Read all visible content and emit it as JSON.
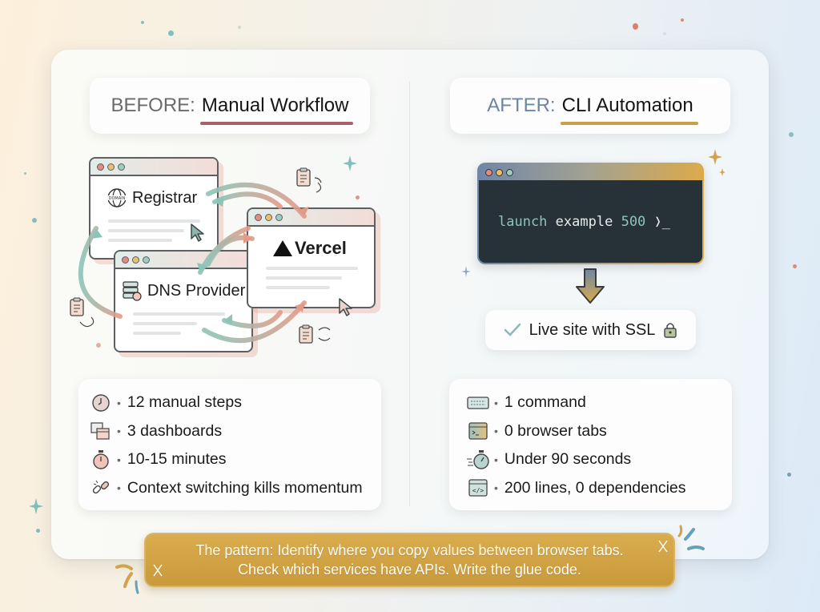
{
  "before": {
    "prefix": "BEFORE:",
    "title": "Manual Workflow",
    "windows": {
      "registrar": {
        "label": "Registrar",
        "icon": "domain-globe-icon"
      },
      "dns": {
        "label": "DNS Provider",
        "icon": "server-stack-icon"
      },
      "vercel": {
        "label": "Vercel",
        "icon": "vercel-triangle-icon"
      }
    },
    "stats": [
      {
        "icon": "clock-icon",
        "text": "12 manual steps"
      },
      {
        "icon": "dashboards-icon",
        "text": "3 dashboards"
      },
      {
        "icon": "stopwatch-icon",
        "text": "10-15 minutes"
      },
      {
        "icon": "broken-link-icon",
        "text": "Context switching kills momentum"
      }
    ]
  },
  "after": {
    "prefix": "AFTER:",
    "title": "CLI Automation",
    "terminal": {
      "command": "launch",
      "arg": "example",
      "number": "500",
      "prompt": "❭_"
    },
    "result": "Live site with SSL",
    "stats": [
      {
        "icon": "keyboard-icon",
        "text": "1 command"
      },
      {
        "icon": "terminal-window-icon",
        "text": "0 browser tabs"
      },
      {
        "icon": "fast-stopwatch-icon",
        "text": "Under 90 seconds"
      },
      {
        "icon": "code-file-icon",
        "text": "200 lines, 0 dependencies"
      }
    ]
  },
  "bullet": "•",
  "banner": {
    "line1": "The pattern: Identify where you copy values between browser tabs.",
    "line2": "Check which services have APIs. Write the glue code."
  },
  "colors": {
    "before_prefix": "#6b6b6b",
    "after_prefix": "#6a86a6",
    "before_underline": "#a8606a",
    "after_underline": "#c9a043",
    "teal_arrow": "#8cc4b8",
    "salmon_arrow": "#e39a88",
    "terminal_bg": "#263138",
    "banner_gold": "#d1a346"
  }
}
